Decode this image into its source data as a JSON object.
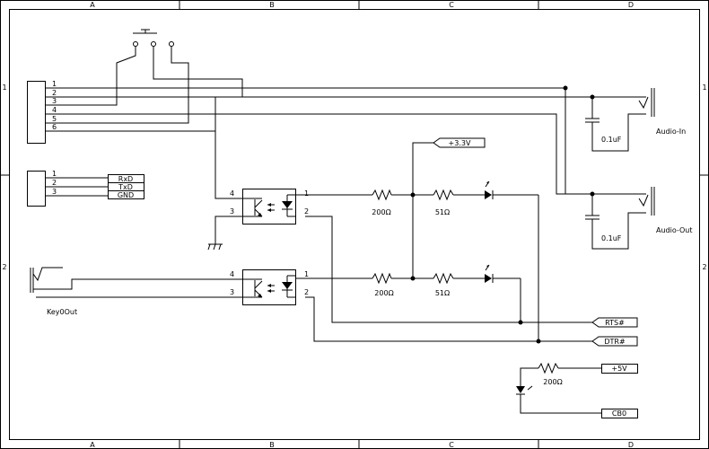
{
  "frame": {
    "col_labels": [
      "A",
      "B",
      "C",
      "D"
    ],
    "row_labels": [
      "1",
      "2"
    ]
  },
  "connectors": {
    "j1_pins": [
      "1",
      "2",
      "3",
      "4",
      "5",
      "6"
    ],
    "j2_pins": [
      "1",
      "2",
      "3"
    ],
    "serial_labels": [
      "RxD",
      "TxD",
      "GND"
    ]
  },
  "optocouplers": {
    "u1_pins": [
      "4",
      "3",
      "1",
      "2"
    ],
    "u2_pins": [
      "4",
      "3",
      "1",
      "2"
    ]
  },
  "components": {
    "r1": "200Ω",
    "r2": "51Ω",
    "r3": "200Ω",
    "r4": "51Ω",
    "r5": "200Ω",
    "c1": "0.1uF",
    "c2": "0.1uF"
  },
  "jacks": {
    "audio_in": "Audio-In",
    "audio_out": "Audio-Out",
    "key_out": "Key0Out"
  },
  "ports": {
    "v33": "+3.3V",
    "rts": "RTS#",
    "dtr": "DTR#",
    "v5": "+5V",
    "cb0": "CB0"
  }
}
